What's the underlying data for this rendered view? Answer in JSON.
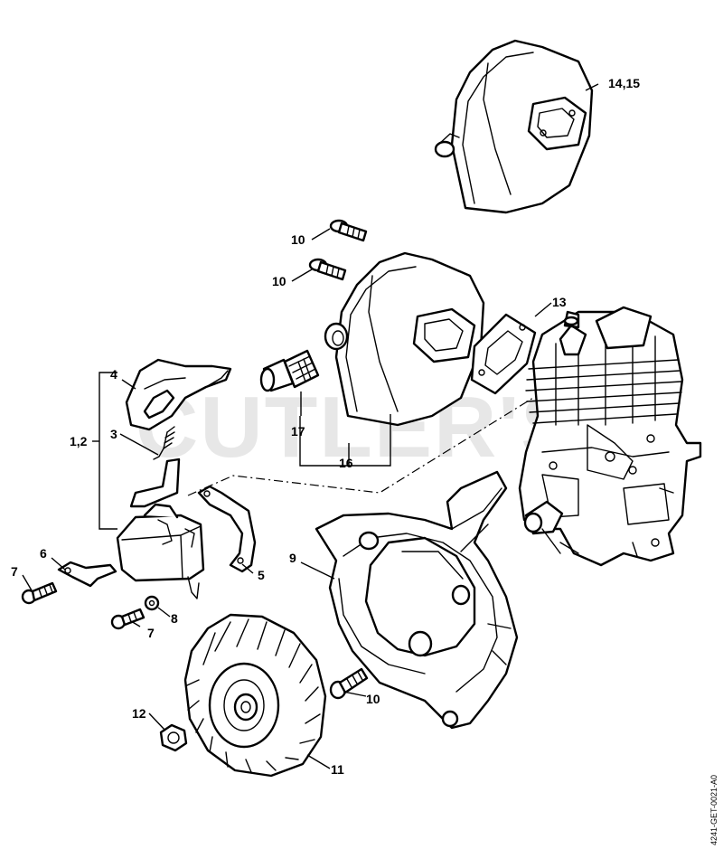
{
  "watermark": "CUTLER'S",
  "drawing_code": "4241-GET-0021-A0",
  "labels": {
    "l1415": "14,15",
    "l13": "13",
    "l10a": "10",
    "l10b": "10",
    "l10c": "10",
    "l4": "4",
    "l3": "3",
    "l12": "1,2",
    "l17": "17",
    "l16": "16",
    "l6": "6",
    "l7a": "7",
    "l7b": "7",
    "l8": "8",
    "l5": "5",
    "l9": "9",
    "l12b": "12",
    "l11": "11"
  }
}
